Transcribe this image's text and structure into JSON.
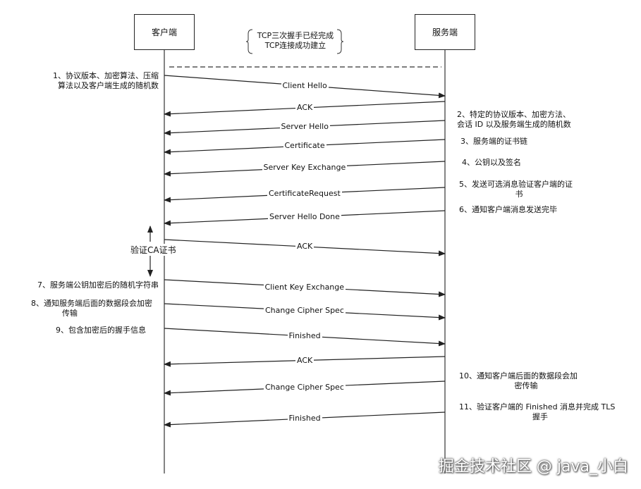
{
  "participants": {
    "client": "客户端",
    "server": "服务端"
  },
  "top_note": {
    "line1": "TCP三次握手已经完成",
    "line2": "TCP连接成功建立"
  },
  "ca_verify": "验证CA证书",
  "messages": [
    {
      "label": "Client Hello",
      "from": "client",
      "to": "server"
    },
    {
      "label": "ACK",
      "from": "server",
      "to": "client"
    },
    {
      "label": "Server Hello",
      "from": "server",
      "to": "client"
    },
    {
      "label": "Certificate",
      "from": "server",
      "to": "client"
    },
    {
      "label": "Server Key Exchange",
      "from": "server",
      "to": "client"
    },
    {
      "label": "CertificateRequest",
      "from": "server",
      "to": "client"
    },
    {
      "label": "Server Hello Done",
      "from": "server",
      "to": "client"
    },
    {
      "label": "ACK",
      "from": "client",
      "to": "server"
    },
    {
      "label": "Client Key Exchange",
      "from": "client",
      "to": "server"
    },
    {
      "label": "Change Cipher Spec",
      "from": "client",
      "to": "server"
    },
    {
      "label": "Finished",
      "from": "client",
      "to": "server"
    },
    {
      "label": "ACK",
      "from": "server",
      "to": "client"
    },
    {
      "label": "Change Cipher Spec",
      "from": "server",
      "to": "client"
    },
    {
      "label": "Finished",
      "from": "server",
      "to": "client"
    }
  ],
  "left_notes": {
    "n1_line1": "1、协议版本、加密算法、压缩",
    "n1_line2": "算法以及客户端生成的随机数",
    "n7": "7、服务端公钥加密后的随机字符串",
    "n8_line1": "8、通知服务端后面的数据段会加密",
    "n8_line2": "传输",
    "n9": "9、包含加密后的握手信息"
  },
  "right_notes": {
    "n2_line1": "2、特定的协议版本、加密方法、",
    "n2_line2": "会话 ID 以及服务端生成的随机数",
    "n3": "3、服务端的证书链",
    "n4": "4、公钥以及签名",
    "n5_line1": "5、发送可选消息验证客户端的证",
    "n5_line2": "书",
    "n6": "6、通知客户端消息发送完毕",
    "n10_line1": "10、通知客户端后面的数据段会加",
    "n10_line2": "密传输",
    "n11_line1": "11、验证客户端的 Finished 消息并完成 TLS",
    "n11_line2": "握手"
  },
  "watermark": "掘金技术社区 @ java_小白"
}
